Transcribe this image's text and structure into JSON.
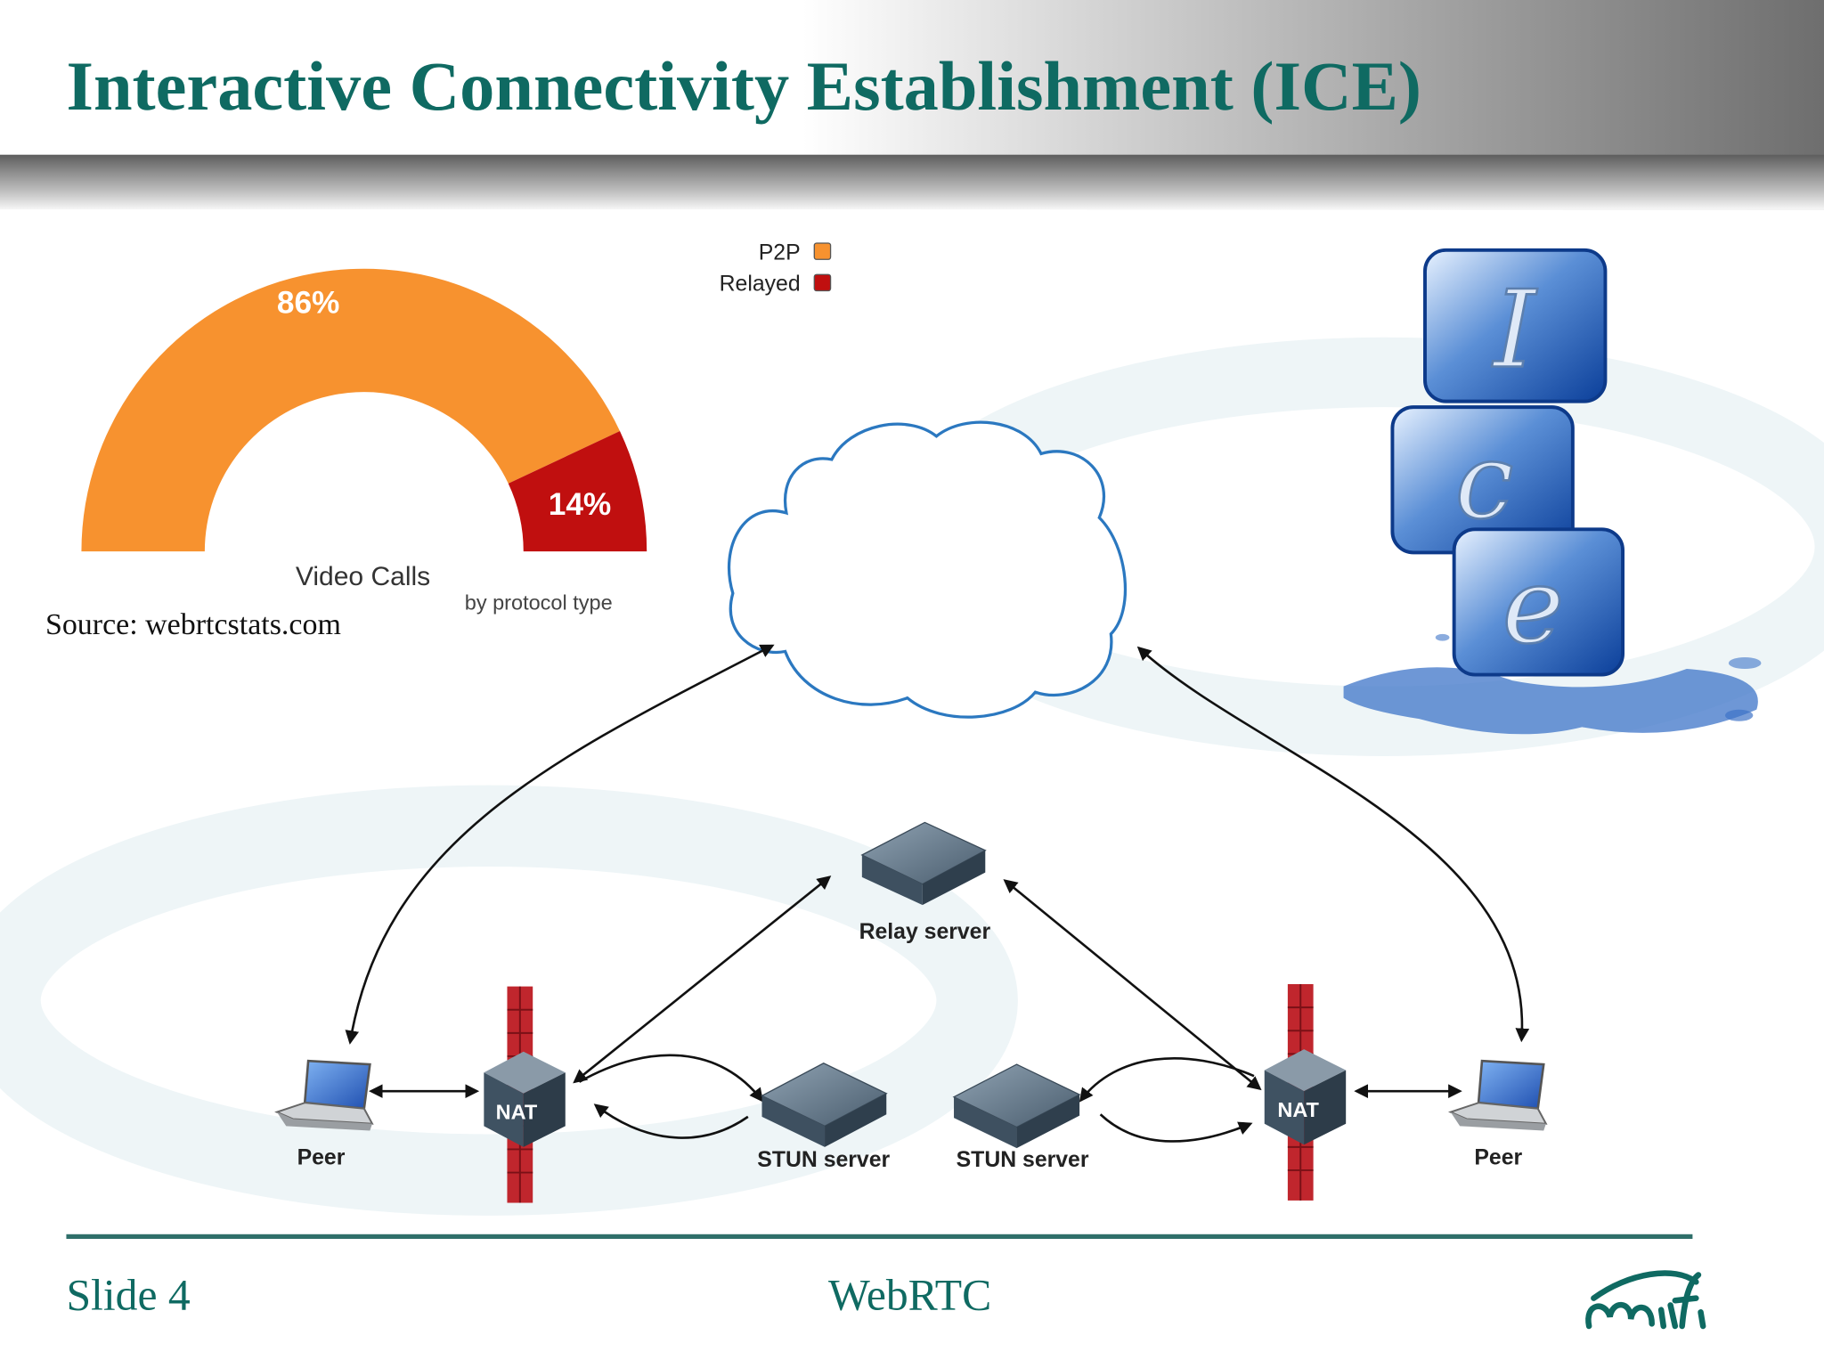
{
  "slide": {
    "title": "Interactive Connectivity Establishment (ICE)",
    "source": "Source: webrtcstats.com",
    "footer_left": "Slide 4",
    "footer_center": "WebRTC"
  },
  "chart_data": {
    "type": "pie",
    "title": "Video Calls",
    "subtitle": "by protocol type",
    "legend_position": "top-right",
    "slices": [
      {
        "name": "P2P",
        "value": 86,
        "label": "86%",
        "color": "#f7922f"
      },
      {
        "name": "Relayed",
        "value": 14,
        "label": "14%",
        "color": "#c00f0f"
      }
    ]
  },
  "diagram": {
    "relay_label": "Relay server",
    "stun_left_label": "STUN server",
    "stun_right_label": "STUN server",
    "peer_left_label": "Peer",
    "peer_right_label": "Peer",
    "nat_left_label": "NAT",
    "nat_right_label": "NAT"
  },
  "ice_letters": [
    "I",
    "c",
    "e"
  ],
  "colors": {
    "title": "#0f6a62",
    "cloud_stroke": "#2b78c0",
    "firewall": "#c0262d",
    "server": "#4b5f70"
  },
  "icons": {
    "logo": "miit-logo",
    "ice_cubes": "ice-cubes-illustration",
    "peer": "laptop-icon",
    "server": "server-icon",
    "nat": "nat-router-icon",
    "firewall": "firewall-icon"
  }
}
